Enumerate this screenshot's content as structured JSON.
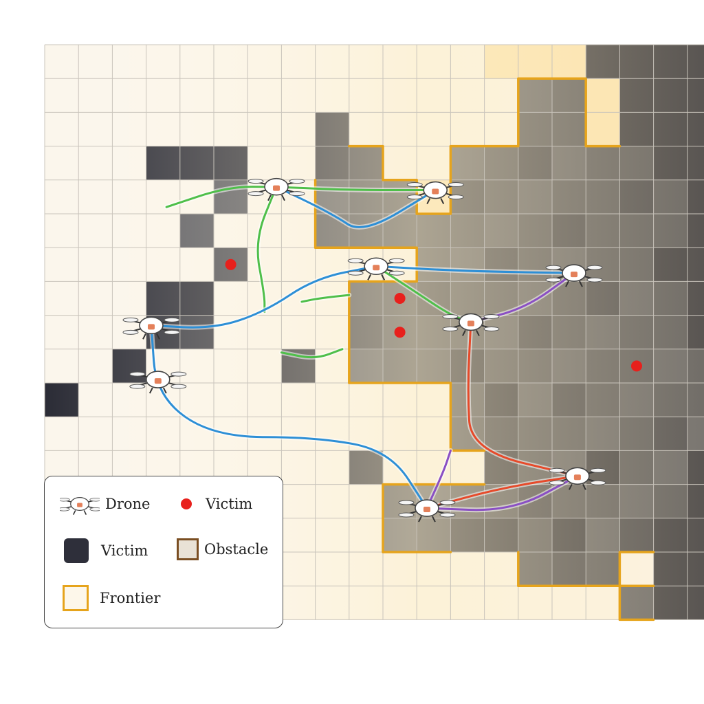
{
  "grid": {
    "rows": [
      "0000000000000AAAFFFF",
      "00000000000000BBAFDD",
      "00000000D00000BBAFFF",
      "000DDD00DB00BCBBBBDF",
      "00000B00BBBABBBBBBBF",
      "0000B000BBCBBBBBCBBF",
      "00000V00000BBBBBBBDF",
      "000DD0000BVBBBBBBBBF",
      "000DB0000BVBBBBBBBCF",
      "00D0000D0BBBDBBBBVBB",
      "D00000000000BDBBBBBB",
      "000000000000BBBBBBBB",
      "000000000D000DBBDBBD",
      "0000000000BBBBBBBBBD",
      "0000000000BBDDBDBBDD",
      "00000000000000BBB0DD",
      "00000000000000000BDD"
    ],
    "frontier_color": "#e6a41c",
    "free_color": "#fbf6ec",
    "gray_color": "#4a4b52",
    "dark_color": "#2b2c36",
    "victim_color": "#e8201c"
  },
  "drones": [
    {
      "id": 1,
      "col": 6.85,
      "row": 4.2
    },
    {
      "id": 2,
      "col": 11.55,
      "row": 4.3
    },
    {
      "id": 3,
      "col": 9.8,
      "row": 6.55
    },
    {
      "id": 4,
      "col": 15.65,
      "row": 6.75
    },
    {
      "id": 5,
      "col": 12.6,
      "row": 8.2
    },
    {
      "id": 6,
      "col": 3.15,
      "row": 8.3
    },
    {
      "id": 7,
      "col": 15.75,
      "row": 12.75
    },
    {
      "id": 8,
      "col": 11.3,
      "row": 13.7
    },
    {
      "id": 9,
      "col": 3.35,
      "row": 9.9
    }
  ],
  "paths": [
    {
      "color": "#4fbf4a",
      "pts": [
        [
          3.6,
          4.8
        ],
        [
          5.4,
          4.2
        ],
        [
          6.85,
          4.2
        ],
        [
          9.0,
          4.3
        ],
        [
          11.55,
          4.3
        ]
      ]
    },
    {
      "color": "#4fbf4a",
      "pts": [
        [
          6.85,
          4.2
        ],
        [
          6.2,
          5.8
        ],
        [
          6.5,
          7.4
        ],
        [
          6.5,
          7.9
        ]
      ]
    },
    {
      "color": "#2d8fd6",
      "pts": [
        [
          3.15,
          8.3
        ],
        [
          5.0,
          8.4
        ],
        [
          6.5,
          7.9
        ],
        [
          8.0,
          6.9
        ],
        [
          9.8,
          6.55
        ]
      ]
    },
    {
      "color": "#2d8fd6",
      "pts": [
        [
          9.8,
          6.55
        ],
        [
          12.5,
          6.7
        ],
        [
          15.65,
          6.75
        ]
      ]
    },
    {
      "color": "#2d8fd6",
      "pts": [
        [
          3.15,
          8.3
        ],
        [
          3.3,
          10.4
        ],
        [
          5.0,
          11.6
        ],
        [
          8.0,
          11.6
        ],
        [
          10.2,
          12.0
        ],
        [
          11.3,
          13.7
        ]
      ]
    },
    {
      "color": "#2d8fd6",
      "pts": [
        [
          6.85,
          4.2
        ],
        [
          8.5,
          5.0
        ],
        [
          9.4,
          5.6
        ],
        [
          11.55,
          4.3
        ]
      ]
    },
    {
      "color": "#4fbf4a",
      "pts": [
        [
          9.8,
          6.55
        ],
        [
          10.8,
          7.2
        ],
        [
          12.0,
          8.0
        ],
        [
          12.6,
          8.2
        ]
      ]
    },
    {
      "color": "#8a4fc4",
      "pts": [
        [
          12.6,
          8.2
        ],
        [
          14.2,
          7.8
        ],
        [
          15.65,
          6.75
        ]
      ]
    },
    {
      "color": "#e64a2a",
      "pts": [
        [
          12.6,
          8.2
        ],
        [
          12.5,
          10.2
        ],
        [
          12.6,
          12.0
        ],
        [
          15.75,
          12.75
        ]
      ]
    },
    {
      "color": "#e64a2a",
      "pts": [
        [
          11.3,
          13.7
        ],
        [
          13.5,
          13.1
        ],
        [
          15.75,
          12.75
        ]
      ]
    },
    {
      "color": "#8a4fc4",
      "pts": [
        [
          11.3,
          13.7
        ],
        [
          13.8,
          13.8
        ],
        [
          15.75,
          12.75
        ]
      ]
    },
    {
      "color": "#8a4fc4",
      "pts": [
        [
          11.3,
          13.7
        ],
        [
          11.8,
          12.6
        ],
        [
          12.0,
          12.0
        ]
      ]
    },
    {
      "color": "#4fbf4a",
      "pts": [
        [
          7.0,
          9.1
        ],
        [
          8.0,
          9.3
        ],
        [
          8.8,
          9.0
        ]
      ]
    },
    {
      "color": "#4fbf4a",
      "pts": [
        [
          9.0,
          7.4
        ],
        [
          8.1,
          7.5
        ],
        [
          7.6,
          7.6
        ]
      ]
    }
  ],
  "legend": {
    "drone_label": "Drone",
    "victim_dot_label": "Victim",
    "victim_square_label": "Victim",
    "obstacle_label": "Obstacle",
    "frontier_label": "Frontier"
  }
}
